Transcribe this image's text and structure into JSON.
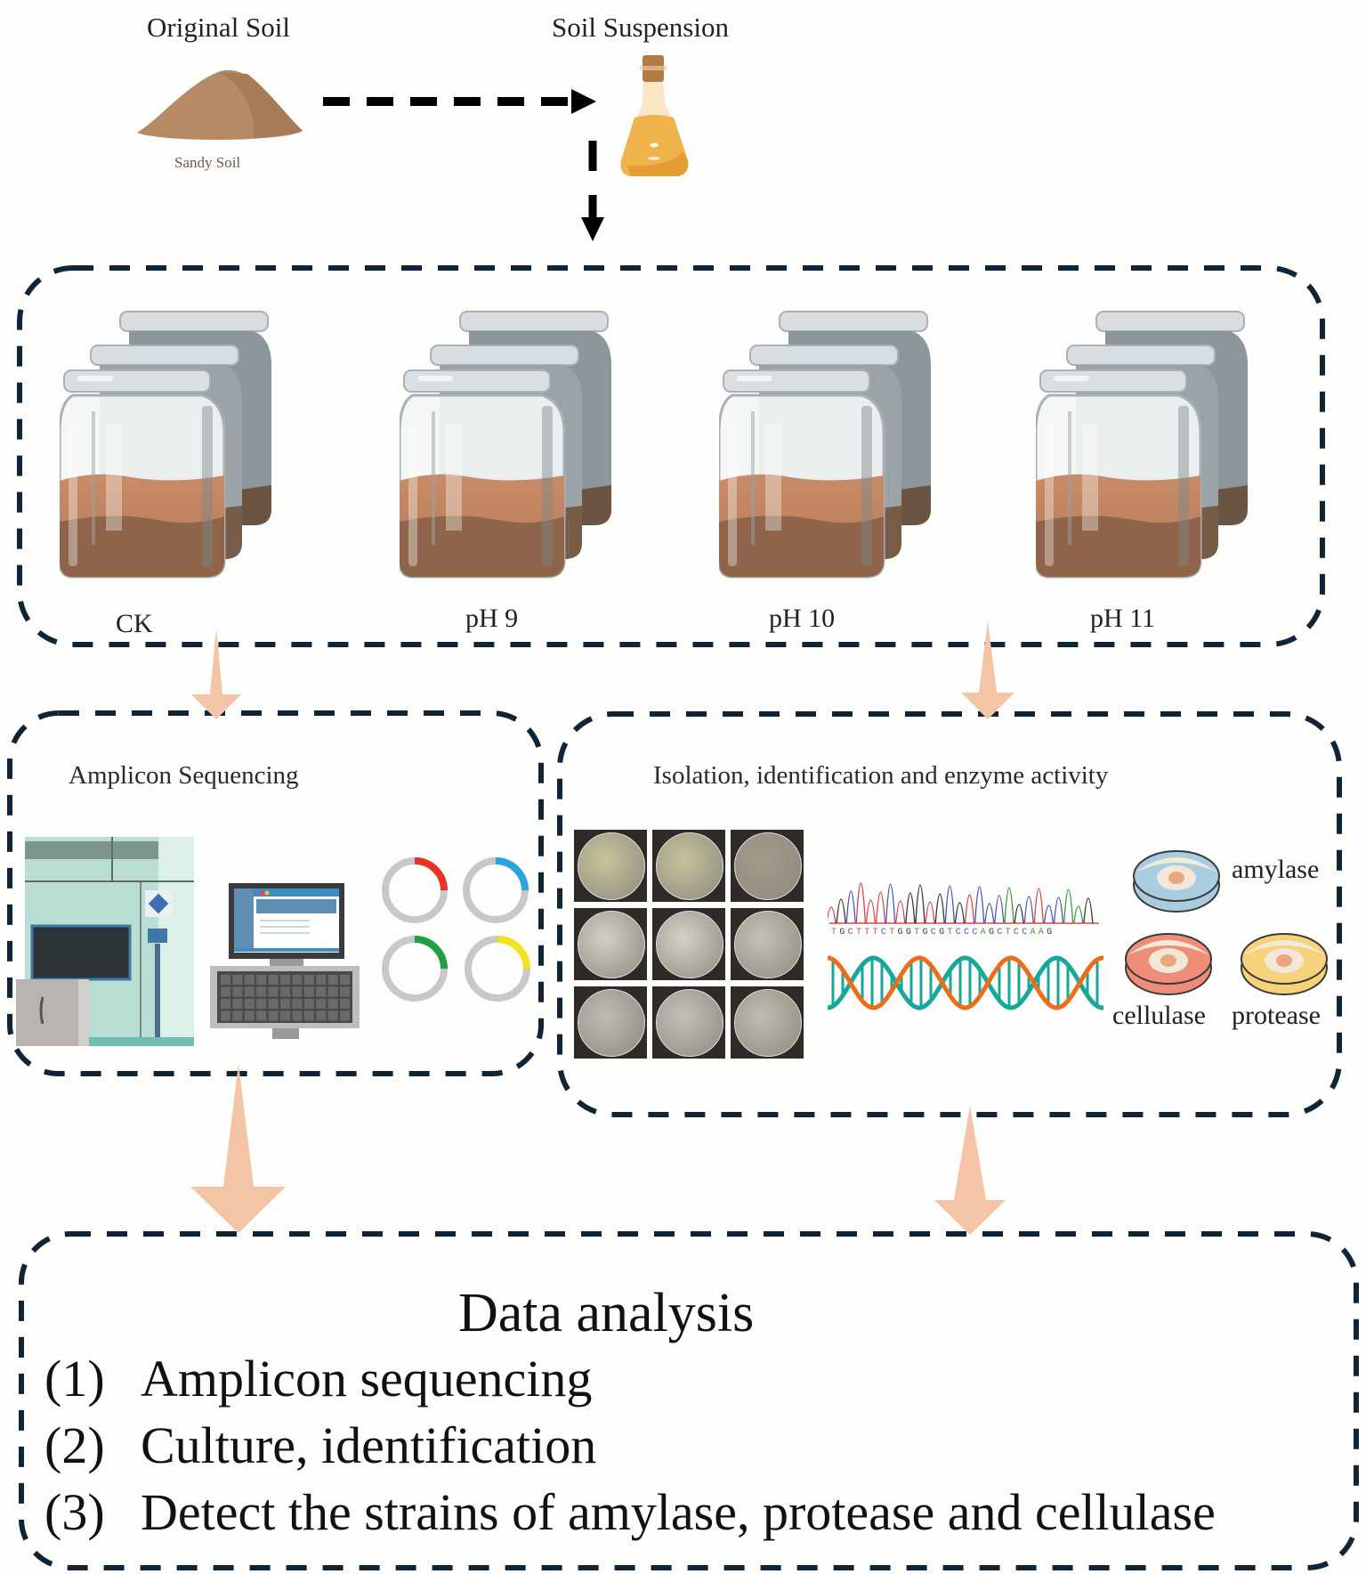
{
  "top": {
    "original_soil": {
      "title": "Original Soil",
      "caption": "Sandy Soil",
      "icon": "soil-pile-icon"
    },
    "suspension": {
      "title": "Soil Suspension",
      "icon": "flask-icon"
    }
  },
  "treatments": {
    "icon": "soil-jar-stack-icon",
    "replicates_per_group": 3,
    "groups": [
      {
        "label": "CK"
      },
      {
        "label": "pH 9"
      },
      {
        "label": "pH 10"
      },
      {
        "label": "pH 11"
      }
    ]
  },
  "amplicon": {
    "title": "Amplicon Sequencing",
    "icons": [
      "sequencer-machine-icon",
      "computer-icon",
      "donut-chart-icon"
    ],
    "donuts": [
      {
        "color": "#e8332b",
        "fraction": 0.25
      },
      {
        "color": "#2aa4dc",
        "fraction": 0.25
      },
      {
        "color": "#1fa043",
        "fraction": 0.25
      },
      {
        "color": "#f2e31a",
        "fraction": 0.25
      }
    ],
    "ring_color": "#c6c8ca"
  },
  "isolation": {
    "title": "Isolation, identification and enzyme activity",
    "petri_grid": {
      "rows": 3,
      "cols": 3,
      "icon": "petri-dish-photo"
    },
    "sequence": "TGCTTTCTGGTGCGTCCCAGCTCCAAG",
    "helix_colors": {
      "strand_a": "#ef6c1a",
      "strand_b": "#18a89a"
    },
    "enzymes": [
      {
        "label": "amylase",
        "color": "#a9cde0"
      },
      {
        "label": "cellulase",
        "color": "#f08c7a"
      },
      {
        "label": "protease",
        "color": "#f6d27a"
      }
    ]
  },
  "data_analysis": {
    "title": "Data analysis",
    "items": [
      {
        "num": "(1)",
        "text": "Amplicon sequencing"
      },
      {
        "num": "(2)",
        "text": "Culture, identification"
      },
      {
        "num": "(3)",
        "text": "Detect the strains of amylase, protease and cellulase"
      }
    ]
  },
  "colors": {
    "dash_border": "#0f2535",
    "flow_arrow": "#f4c4a6",
    "black_arrow": "#000000"
  }
}
